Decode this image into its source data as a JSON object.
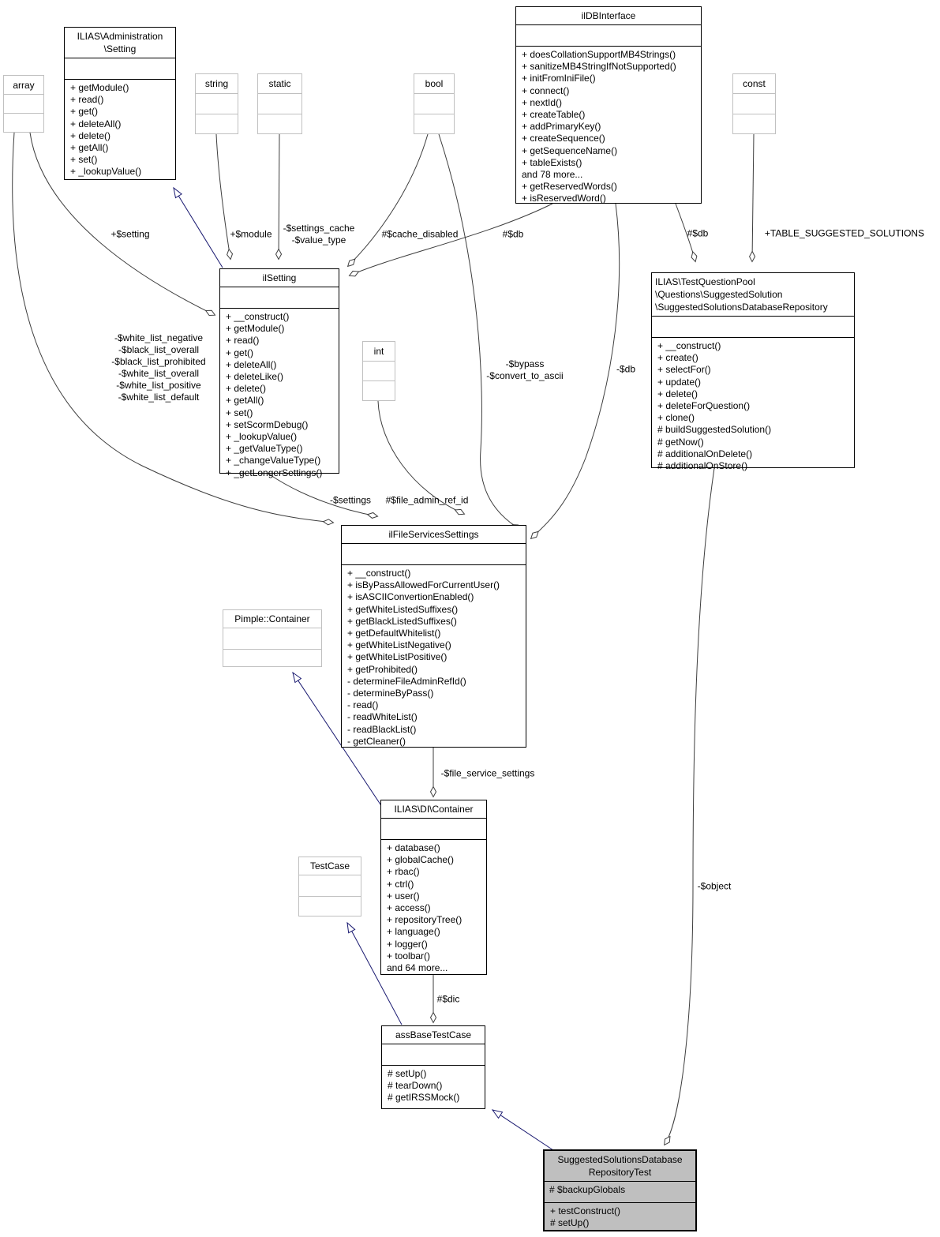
{
  "colors": {
    "inheritance_edge": "#191970",
    "association_edge": "#3d3d3d",
    "highlight_fill": "#bfbfbf",
    "undocumented_border": "#c0c0c0"
  },
  "classes": {
    "setting_admin": {
      "title_lines": [
        "ILIAS\\Administration",
        "\\Setting"
      ],
      "attributes": [],
      "methods": [
        "+ getModule()",
        "+ read()",
        "+ get()",
        "+ deleteAll()",
        "+ delete()",
        "+ getAll()",
        "+ set()",
        "+ _lookupValue()"
      ]
    },
    "ildbinterface": {
      "title_lines": [
        "ilDBInterface"
      ],
      "attributes": [],
      "methods": [
        "+ doesCollationSupportMB4Strings()",
        "+ sanitizeMB4StringIfNotSupported()",
        "+ initFromIniFile()",
        "+ connect()",
        "+ nextId()",
        "+ createTable()",
        "+ addPrimaryKey()",
        "+ createSequence()",
        "+ getSequenceName()",
        "+ tableExists()",
        "and 78 more...",
        "+ getReservedWords()",
        "+ isReservedWord()"
      ]
    },
    "ilsetting": {
      "title_lines": [
        "ilSetting"
      ],
      "attributes": [],
      "methods": [
        "+ __construct()",
        "+ getModule()",
        "+ read()",
        "+ get()",
        "+ deleteAll()",
        "+ deleteLike()",
        "+ delete()",
        "+ getAll()",
        "+ set()",
        "+ setScormDebug()",
        "+ _lookupValue()",
        "+ _getValueType()",
        "+ _changeValueType()",
        "+ _getLongerSettings()"
      ]
    },
    "repository": {
      "title_lines": [
        "ILIAS\\TestQuestionPool",
        "\\Questions\\SuggestedSolution",
        "\\SuggestedSolutionsDatabaseRepository"
      ],
      "attributes": [],
      "methods": [
        "+ __construct()",
        "+ create()",
        "+ selectFor()",
        "+ update()",
        "+ delete()",
        "+ deleteForQuestion()",
        "+ clone()",
        "# buildSuggestedSolution()",
        "# getNow()",
        "# additionalOnDelete()",
        "# additionalOnStore()"
      ]
    },
    "ilfileservicessettings": {
      "title_lines": [
        "ilFileServicesSettings"
      ],
      "attributes": [],
      "methods": [
        "+ __construct()",
        "+ isByPassAllowedForCurrentUser()",
        "+ isASCIIConvertionEnabled()",
        "+ getWhiteListedSuffixes()",
        "+ getBlackListedSuffixes()",
        "+ getDefaultWhitelist()",
        "+ getWhiteListNegative()",
        "+ getWhiteListPositive()",
        "+ getProhibited()",
        "- determineFileAdminRefId()",
        "- determineByPass()",
        "- read()",
        "- readWhiteList()",
        "- readBlackList()",
        "- getCleaner()"
      ]
    },
    "pimple_container": {
      "title_lines": [
        "Pimple::Container"
      ],
      "attributes": [],
      "methods": []
    },
    "di_container": {
      "title_lines": [
        "ILIAS\\DI\\Container"
      ],
      "attributes": [],
      "methods": [
        "+ database()",
        "+ globalCache()",
        "+ rbac()",
        "+ ctrl()",
        "+ user()",
        "+ access()",
        "+ repositoryTree()",
        "+ language()",
        "+ logger()",
        "+ toolbar()",
        "and 64 more..."
      ]
    },
    "testcase": {
      "title_lines": [
        "TestCase"
      ],
      "attributes": [],
      "methods": []
    },
    "assbasetestcase": {
      "title_lines": [
        "assBaseTestCase"
      ],
      "attributes": [],
      "methods": [
        "# setUp()",
        "# tearDown()",
        "# getIRSSMock()"
      ]
    },
    "repository_test": {
      "title_lines": [
        "SuggestedSolutionsDatabase",
        "RepositoryTest"
      ],
      "attributes": [
        "# $backupGlobals"
      ],
      "methods": [
        "+ testConstruct()",
        "# setUp()"
      ]
    }
  },
  "primitives": {
    "array": "array",
    "string": "string",
    "static": "static",
    "bool": "bool",
    "int": "int",
    "const": "const"
  },
  "edge_labels": {
    "setting": "+$setting",
    "module": "+$module",
    "settings_cache": [
      "-$settings_cache",
      "-$value_type"
    ],
    "cache_disabled": "#$cache_disabled",
    "db_ilsetting": "#$db",
    "db_repo": "#$db",
    "table_suggested_solutions": "+TABLE_SUGGESTED_SOLUTIONS",
    "white_lists": [
      "-$white_list_negative",
      "-$black_list_overall",
      "-$black_list_prohibited",
      "-$white_list_overall",
      "-$white_list_positive",
      "-$white_list_default"
    ],
    "bypass": [
      "-$bypass",
      "-$convert_to_ascii"
    ],
    "db_fss": "-$db",
    "settings": "-$settings",
    "file_admin_ref_id": "#$file_admin_ref_id",
    "file_service_settings": "-$file_service_settings",
    "dic": "#$dic",
    "object": "-$object"
  }
}
